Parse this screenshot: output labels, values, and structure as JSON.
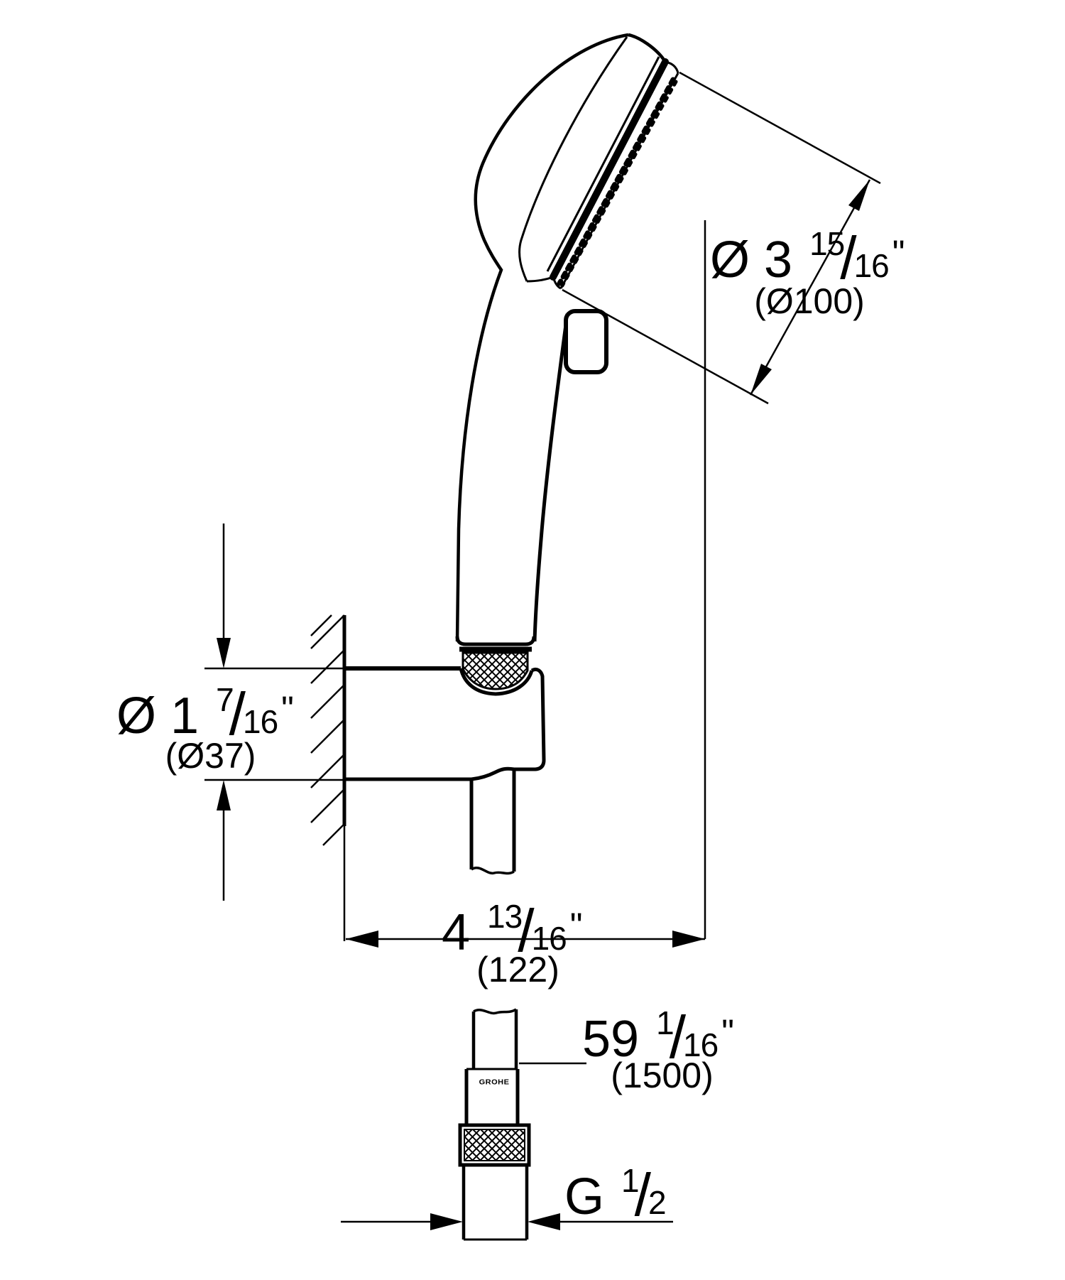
{
  "background_color": "#ffffff",
  "line_color": "#000000",
  "brand": "GROHE",
  "slash": "/",
  "dims": {
    "head_diameter": {
      "prefix": "Ø 3",
      "numerator": "15",
      "denominator": "16",
      "unit": "\"",
      "metric": "(Ø100)"
    },
    "holder_diameter": {
      "prefix": "Ø 1",
      "numerator": "7",
      "denominator": "16",
      "unit": "\"",
      "metric": "(Ø37)"
    },
    "wall_distance": {
      "prefix": "4",
      "numerator": "13",
      "denominator": "16",
      "unit": "\"",
      "metric": "(122)"
    },
    "hose_length": {
      "prefix": "59",
      "numerator": "1",
      "denominator": "16",
      "unit": "\"",
      "metric": "(1500)"
    },
    "thread_size": {
      "prefix": "G",
      "numerator": "1",
      "denominator": "2",
      "unit": "",
      "metric": ""
    }
  }
}
